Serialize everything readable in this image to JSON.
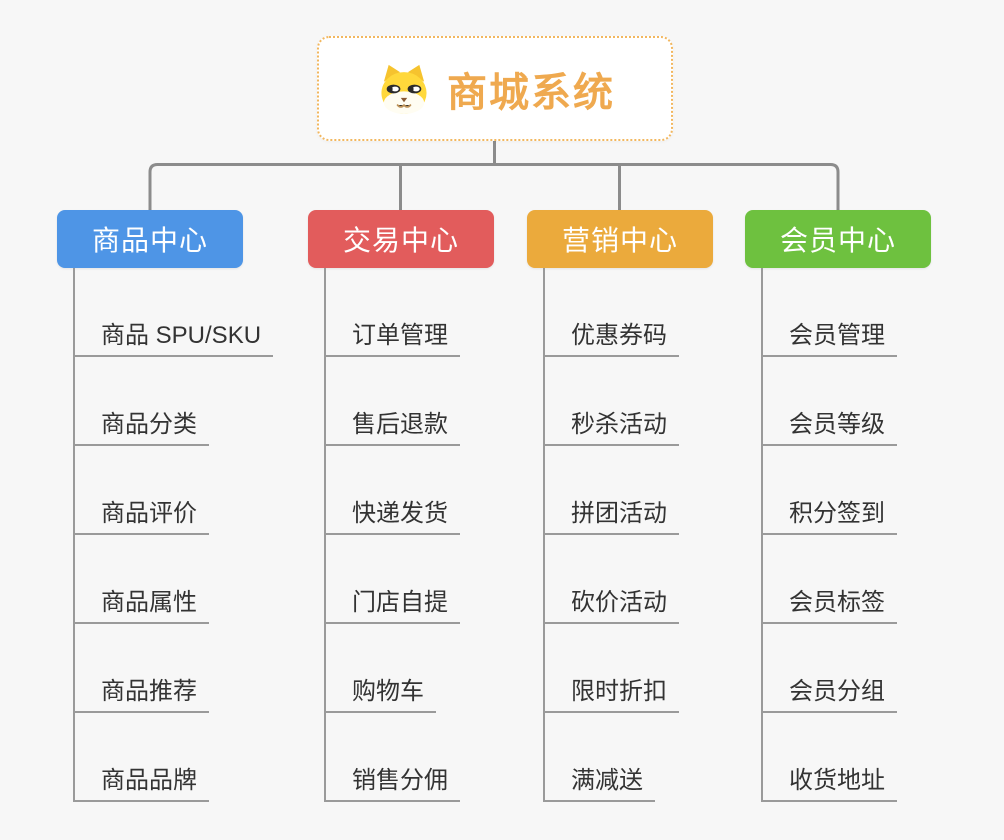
{
  "root": {
    "title": "商城系统",
    "icon": "dog-face-icon",
    "title_color": "#EFA94F",
    "border_color": "#F2B75F"
  },
  "connector_color": "#8C8C8C",
  "child_line_color": "#9A9A9A",
  "branches": [
    {
      "label": "商品中心",
      "color": "#4E95E6",
      "children": [
        "商品 SPU/SKU",
        "商品分类",
        "商品评价",
        "商品属性",
        "商品推荐",
        "商品品牌"
      ]
    },
    {
      "label": "交易中心",
      "color": "#E25C5C",
      "children": [
        "订单管理",
        "售后退款",
        "快递发货",
        "门店自提",
        "购物车",
        "销售分佣"
      ]
    },
    {
      "label": "营销中心",
      "color": "#EBAA3C",
      "children": [
        "优惠券码",
        "秒杀活动",
        "拼团活动",
        "砍价活动",
        "限时折扣",
        "满减送"
      ]
    },
    {
      "label": "会员中心",
      "color": "#6EC13F",
      "children": [
        "会员管理",
        "会员等级",
        "积分签到",
        "会员标签",
        "会员分组",
        "收货地址"
      ]
    }
  ]
}
